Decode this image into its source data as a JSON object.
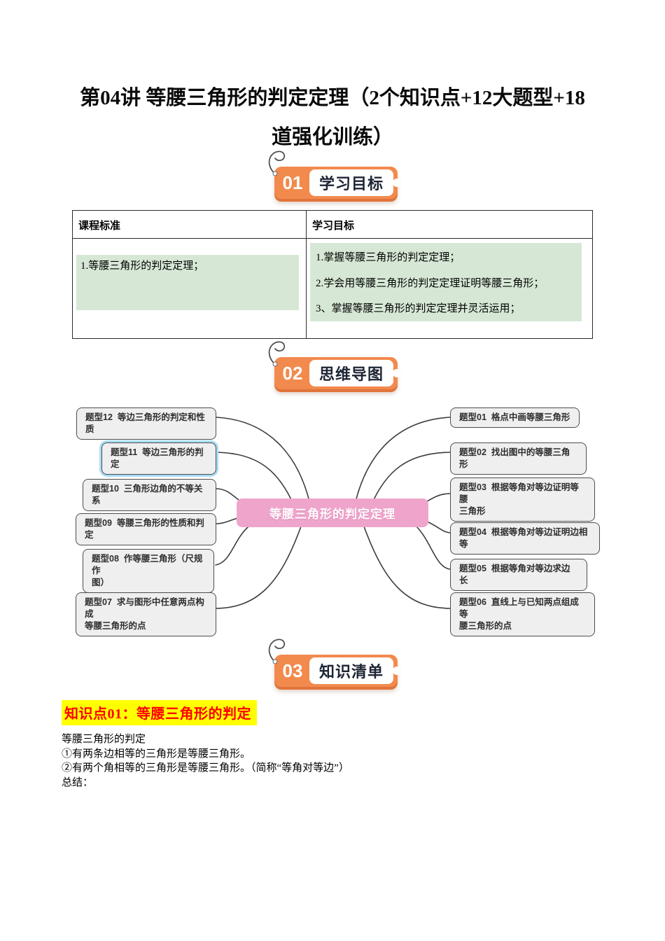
{
  "title": {
    "line1": "第04讲 等腰三角形的判定定理（2个知识点+12大题型+18",
    "line2": "道强化训练）"
  },
  "sections": [
    {
      "num": "01",
      "label": "学习目标"
    },
    {
      "num": "02",
      "label": "思维导图"
    },
    {
      "num": "03",
      "label": "知识清单"
    }
  ],
  "table": {
    "headers": [
      "课程标准",
      "学习目标"
    ],
    "left_items": [
      "1.等腰三角形的判定定理；"
    ],
    "right_items": [
      "1.掌握等腰三角形的判定定理；",
      "2.学会用等腰三角形的判定定理证明等腰三角形；",
      "3、掌握等腰三角形的判定定理并灵活运用；"
    ]
  },
  "mindmap": {
    "center": "等腰三角形的判定定理",
    "left_nodes": [
      {
        "label": "题型12  等边三角形的判定和性质",
        "highlighted": false
      },
      {
        "label": "题型11  等边三角形的判定",
        "highlighted": true
      },
      {
        "label": "题型10  三角形边角的不等关系",
        "highlighted": false
      },
      {
        "label": "题型09  等腰三角形的性质和判定",
        "highlighted": false
      },
      {
        "label": "题型08  作等腰三角形（尺规作\n图）",
        "highlighted": false
      },
      {
        "label": "题型07  求与图形中任意两点构成\n等腰三角形的点",
        "highlighted": false
      }
    ],
    "right_nodes": [
      {
        "label": "题型01  格点中画等腰三角形",
        "highlighted": false
      },
      {
        "label": "题型02  找出图中的等腰三角形",
        "highlighted": false
      },
      {
        "label": "题型03  根据等角对等边证明等腰\n三角形",
        "highlighted": false
      },
      {
        "label": "题型04  根据等角对等边证明边相等",
        "highlighted": false
      },
      {
        "label": "题型05  根据等角对等边求边长",
        "highlighted": false
      },
      {
        "label": "题型06  直线上与已知两点组成等\n腰三角形的点",
        "highlighted": false
      }
    ]
  },
  "knowledge": {
    "heading": "知识点01：等腰三角形的判定",
    "lines": [
      "等腰三角形的判定",
      "①有两条边相等的三角形是等腰三角形。",
      "②有两个角相等的三角形是等腰三角形。（简称“等角对等边”）",
      "总结："
    ]
  },
  "colors": {
    "badge_orange": "#f28a4e",
    "badge_shadow": "#e0743a",
    "badge_text": "#1d2433",
    "center_pink": "#efa5cb",
    "node_fill": "#efefef",
    "node_border": "#4d4d4d",
    "highlight_ring": "#aadcf5",
    "table_green": "#d6e8d5",
    "heading_bg": "#ffff00",
    "heading_text": "#fe0000",
    "wire": "#3c3c3c"
  }
}
